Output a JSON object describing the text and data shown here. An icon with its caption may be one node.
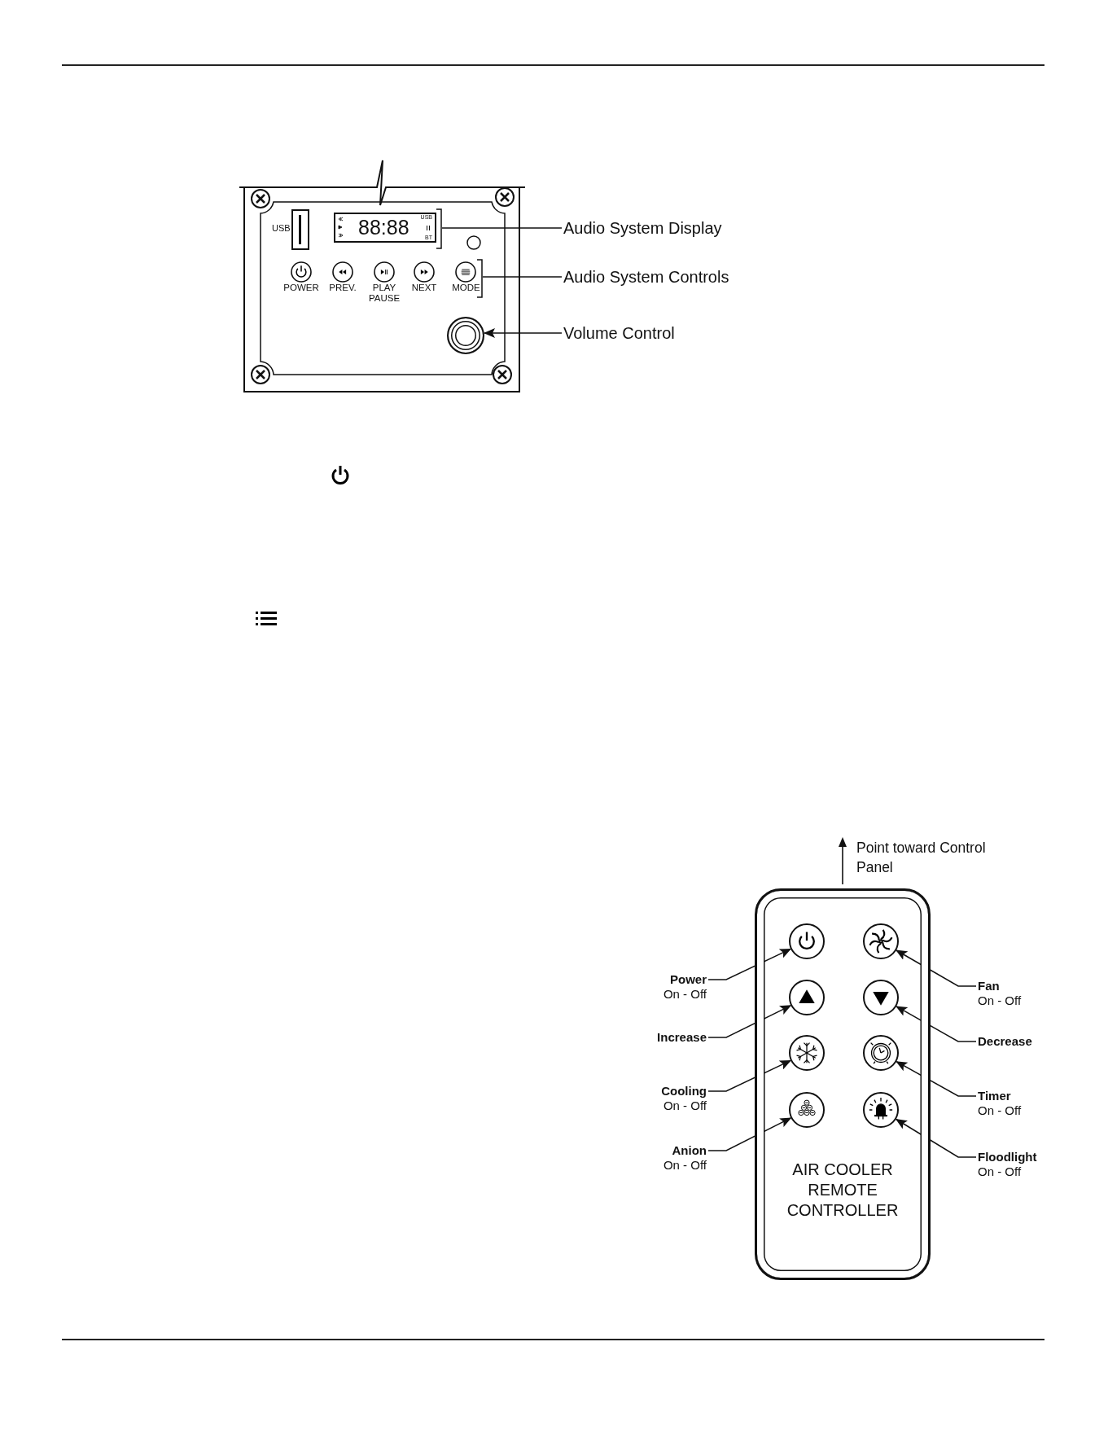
{
  "diagram": {
    "nodes": [
      {
        "text": [
          "USB"
        ]
      },
      {
        "text": [
          "88:88",
          "USB",
          "BT"
        ]
      },
      {
        "text": [
          "Audio System Display"
        ]
      },
      {
        "text": [
          "POWER"
        ]
      },
      {
        "text": [
          "PREV."
        ]
      },
      {
        "text": [
          "PLAY PAUSE"
        ]
      },
      {
        "text": [
          "NEXT"
        ]
      },
      {
        "text": [
          "MODE"
        ]
      },
      {
        "text": [
          "Audio System Controls"
        ]
      },
      {
        "text": [],
        "shape": "circle"
      },
      {
        "text": [
          "Volume Control"
        ]
      },
      {
        "text": [
          "AIR COOLER REMOTE CONTROLLER"
        ]
      },
      {
        "text": [],
        "shape": "circle",
        "in": 11
      },
      {
        "text": [],
        "shape": "circle",
        "in": 11
      },
      {
        "text": [],
        "shape": "circle",
        "in": 11
      },
      {
        "text": [],
        "shape": "circle",
        "in": 11
      },
      {
        "text": [],
        "shape": "circle",
        "in": 11
      },
      {
        "text": [],
        "shape": "circle",
        "in": 11
      },
      {
        "text": [],
        "shape": "circle",
        "in": 11
      },
      {
        "text": [],
        "shape": "circle",
        "in": 11
      },
      {
        "text": [
          "Power",
          "On - Off"
        ]
      },
      {
        "text": [
          "Fan",
          "On - Off"
        ]
      },
      {
        "text": [
          "Increase"
        ]
      },
      {
        "text": [
          "Decrease"
        ]
      },
      {
        "text": [
          "Cooling",
          "On - Off"
        ]
      },
      {
        "text": [
          "Timer",
          "On - Off"
        ]
      },
      {
        "text": [
          "Anion",
          "On - Off"
        ]
      },
      {
        "text": [
          "Floodlight",
          "On - Off"
        ]
      }
    ],
    "edges": [
      {
        "from": 2,
        "to": 1,
        "arrow": "none"
      },
      {
        "from": 8,
        "to": 7,
        "arrow": "none"
      },
      {
        "from": 10,
        "to": 9,
        "arrow": "to"
      },
      {
        "from": 20,
        "to": 12,
        "arrow": "to"
      },
      {
        "from": 21,
        "to": 13,
        "arrow": "to"
      },
      {
        "from": 22,
        "to": 14,
        "arrow": "to"
      },
      {
        "from": 23,
        "to": 15,
        "arrow": "to"
      },
      {
        "from": 24,
        "to": 16,
        "arrow": "to"
      },
      {
        "from": 25,
        "to": 17,
        "arrow": "to"
      },
      {
        "from": 26,
        "to": 18,
        "arrow": "to"
      },
      {
        "from": 27,
        "to": 19,
        "arrow": "to"
      }
    ],
    "labels": [
      "Point toward Control Panel"
    ]
  }
}
